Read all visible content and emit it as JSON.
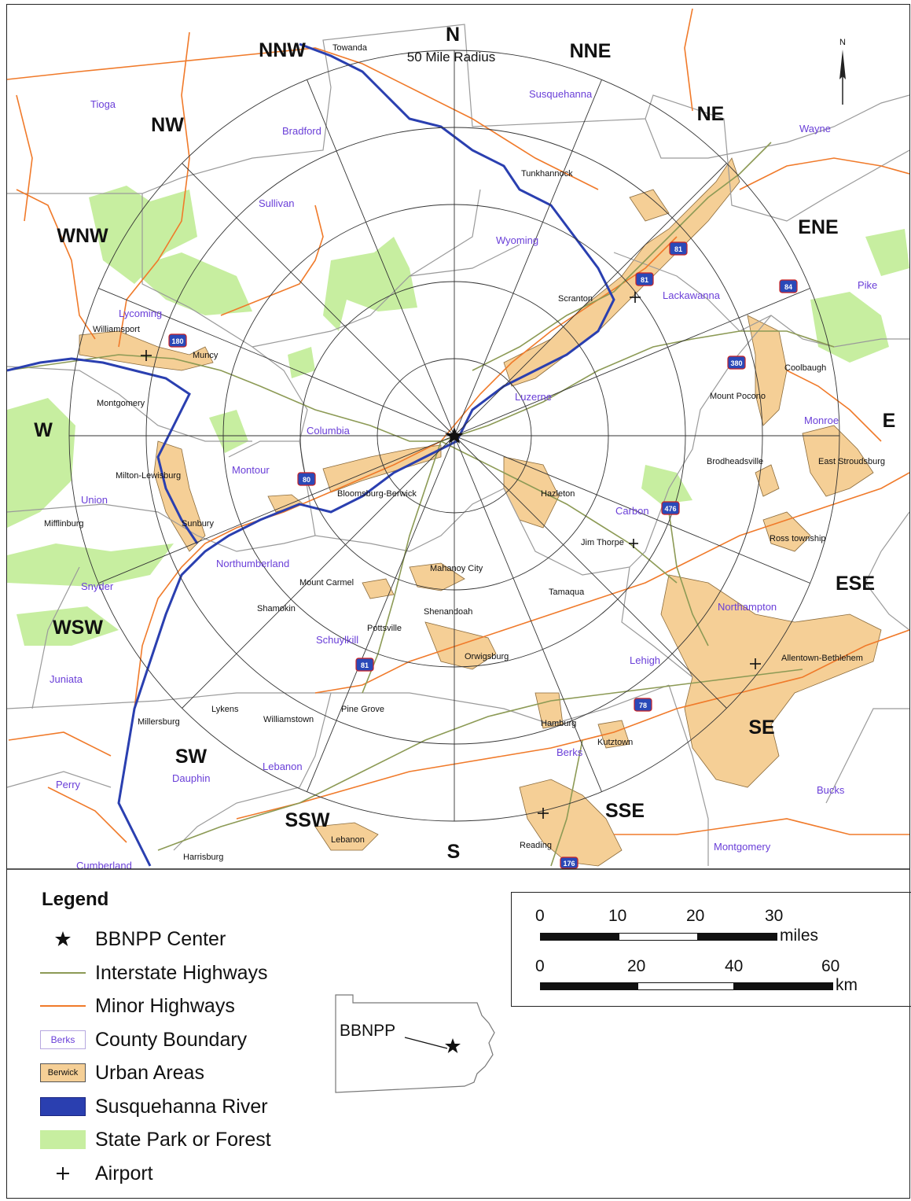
{
  "map": {
    "radius_label": "50 Mile Radius",
    "north_arrow_label": "N",
    "center_label": "BBNPP Center",
    "sectors": [
      "N",
      "NNE",
      "NE",
      "ENE",
      "E",
      "ESE",
      "SE",
      "SSE",
      "S",
      "SSW",
      "SW",
      "WSW",
      "W",
      "WNW",
      "NW",
      "NNW"
    ],
    "counties": [
      "Tioga",
      "Bradford",
      "Susquehanna",
      "Wayne",
      "Sullivan",
      "Wyoming",
      "Lackawanna",
      "Pike",
      "Lycoming",
      "Luzerne",
      "Columbia",
      "Montour",
      "Union",
      "Monroe",
      "Carbon",
      "Northumberland",
      "Snyder",
      "Schuylkill",
      "Northampton",
      "Juniata",
      "Lehigh",
      "Dauphin",
      "Lebanon",
      "Berks",
      "Perry",
      "Bucks",
      "Montgomery",
      "Cumberland"
    ],
    "cities": [
      "Towanda",
      "Tunkhannock",
      "Scranton",
      "Williamsport",
      "Muncy",
      "Montgomery",
      "Milton-Lewisburg",
      "Mifflinburg",
      "Sunbury",
      "Bloomsburg-Berwick",
      "Hazleton",
      "Coolbaugh",
      "Mount Pocono",
      "Brodheadsville",
      "East Stroudsburg",
      "Ross township",
      "Jim Thorpe",
      "Mahanoy City",
      "Mount Carmel",
      "Shamokin",
      "Shenandoah",
      "Tamaqua",
      "Pottsville",
      "Orwigsburg",
      "Allentown-Bethlehem",
      "Millersburg",
      "Lykens",
      "Williamstown",
      "Pine Grove",
      "Hamburg",
      "Kutztown",
      "Lebanon",
      "Reading",
      "Harrisburg"
    ],
    "highway_shields": [
      "180",
      "81",
      "81",
      "84",
      "380",
      "80",
      "476",
      "81",
      "78",
      "176"
    ]
  },
  "legend": {
    "title": "Legend",
    "items": [
      {
        "label": "BBNPP Center",
        "symbol": "star-icon"
      },
      {
        "label": "Interstate Highways",
        "symbol": "interstate-line",
        "color": "#8c9a55"
      },
      {
        "label": "Minor Highways",
        "symbol": "minor-highway-line",
        "color": "#f07a2a"
      },
      {
        "label": "County Boundary",
        "symbol": "county-box",
        "sample": "Berks",
        "color": "#6a3fd8"
      },
      {
        "label": "Urban Areas",
        "symbol": "urban-box",
        "sample": "Berwick",
        "color": "#f5cf96"
      },
      {
        "label": "Susquehanna River",
        "symbol": "river-box",
        "color": "#2a3fb0"
      },
      {
        "label": "State Park or Forest",
        "symbol": "park-box",
        "color": "#c7eea0"
      },
      {
        "label": "Airport",
        "symbol": "airport-icon"
      }
    ]
  },
  "scale_bar": {
    "miles": {
      "ticks": [
        "0",
        "10",
        "20",
        "30"
      ],
      "unit": "miles"
    },
    "km": {
      "ticks": [
        "0",
        "20",
        "40",
        "60"
      ],
      "unit": "km"
    }
  },
  "inset": {
    "label": "BBNPP"
  }
}
